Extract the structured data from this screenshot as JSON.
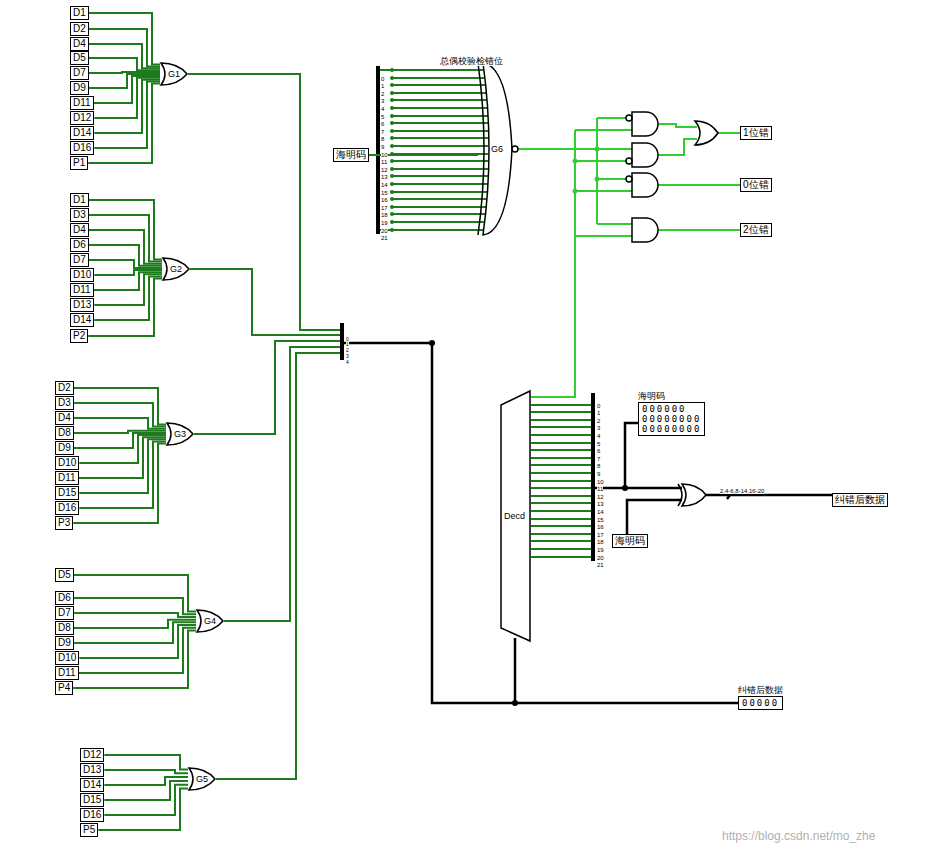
{
  "diagram": {
    "nodes": [
      {
        "text": [
          "D1"
        ]
      },
      {
        "text": [
          "D2"
        ]
      },
      {
        "text": [
          "D4"
        ]
      },
      {
        "text": [
          "D5"
        ]
      },
      {
        "text": [
          "D7"
        ]
      },
      {
        "text": [
          "D9"
        ]
      },
      {
        "text": [
          "D11"
        ]
      },
      {
        "text": [
          "D12"
        ]
      },
      {
        "text": [
          "D14"
        ]
      },
      {
        "text": [
          "D16"
        ]
      },
      {
        "text": [
          "P1"
        ]
      },
      {
        "text": [
          "G1"
        ]
      },
      {
        "text": [
          "D1"
        ]
      },
      {
        "text": [
          "D3"
        ]
      },
      {
        "text": [
          "D4"
        ]
      },
      {
        "text": [
          "D6"
        ]
      },
      {
        "text": [
          "D7"
        ]
      },
      {
        "text": [
          "D10"
        ]
      },
      {
        "text": [
          "D11"
        ]
      },
      {
        "text": [
          "D13"
        ]
      },
      {
        "text": [
          "D14"
        ]
      },
      {
        "text": [
          "P2"
        ]
      },
      {
        "text": [
          "G2"
        ]
      },
      {
        "text": [
          "D2"
        ]
      },
      {
        "text": [
          "D3"
        ]
      },
      {
        "text": [
          "D4"
        ]
      },
      {
        "text": [
          "D8"
        ]
      },
      {
        "text": [
          "D9"
        ]
      },
      {
        "text": [
          "D10"
        ]
      },
      {
        "text": [
          "D11"
        ]
      },
      {
        "text": [
          "D15"
        ]
      },
      {
        "text": [
          "D16"
        ]
      },
      {
        "text": [
          "P3"
        ]
      },
      {
        "text": [
          "G3"
        ]
      },
      {
        "text": [
          "D5"
        ]
      },
      {
        "text": [
          "D6"
        ]
      },
      {
        "text": [
          "D7"
        ]
      },
      {
        "text": [
          "D8"
        ]
      },
      {
        "text": [
          "D9"
        ]
      },
      {
        "text": [
          "D10"
        ]
      },
      {
        "text": [
          "D11"
        ]
      },
      {
        "text": [
          "P4"
        ]
      },
      {
        "text": [
          "G4"
        ]
      },
      {
        "text": [
          "D12"
        ]
      },
      {
        "text": [
          "D13"
        ]
      },
      {
        "text": [
          "D14"
        ]
      },
      {
        "text": [
          "D15"
        ]
      },
      {
        "text": [
          "D16"
        ]
      },
      {
        "text": [
          "P5"
        ]
      },
      {
        "text": [
          "G5"
        ]
      },
      {
        "text": [
          "海明码"
        ]
      },
      {
        "text": [
          "G6"
        ]
      },
      {
        "text": [
          "1位错"
        ]
      },
      {
        "text": [
          "0位错"
        ]
      },
      {
        "text": [
          "2位错"
        ]
      },
      {
        "text": [
          "Decd"
        ]
      },
      {
        "text": [
          "海明码",
          "000000",
          "00000000",
          "00000000"
        ]
      },
      {
        "text": [
          "海明码"
        ]
      },
      {
        "text": [
          "纠错后数据"
        ]
      },
      {
        "text": [
          "纠错后数据",
          "00000"
        ]
      }
    ],
    "edges": [
      {
        "from": 0,
        "to": 11,
        "arrow": "none"
      },
      {
        "from": 1,
        "to": 11,
        "arrow": "none"
      },
      {
        "from": 2,
        "to": 11,
        "arrow": "none"
      },
      {
        "from": 3,
        "to": 11,
        "arrow": "none"
      },
      {
        "from": 4,
        "to": 11,
        "arrow": "none"
      },
      {
        "from": 5,
        "to": 11,
        "arrow": "none"
      },
      {
        "from": 6,
        "to": 11,
        "arrow": "none"
      },
      {
        "from": 7,
        "to": 11,
        "arrow": "none"
      },
      {
        "from": 8,
        "to": 11,
        "arrow": "none"
      },
      {
        "from": 9,
        "to": 11,
        "arrow": "none"
      },
      {
        "from": 10,
        "to": 11,
        "arrow": "none"
      },
      {
        "from": 12,
        "to": 22,
        "arrow": "none"
      },
      {
        "from": 13,
        "to": 22,
        "arrow": "none"
      },
      {
        "from": 14,
        "to": 22,
        "arrow": "none"
      },
      {
        "from": 15,
        "to": 22,
        "arrow": "none"
      },
      {
        "from": 16,
        "to": 22,
        "arrow": "none"
      },
      {
        "from": 17,
        "to": 22,
        "arrow": "none"
      },
      {
        "from": 18,
        "to": 22,
        "arrow": "none"
      },
      {
        "from": 19,
        "to": 22,
        "arrow": "none"
      },
      {
        "from": 20,
        "to": 22,
        "arrow": "none"
      },
      {
        "from": 21,
        "to": 22,
        "arrow": "none"
      },
      {
        "from": 23,
        "to": 33,
        "arrow": "none"
      },
      {
        "from": 24,
        "to": 33,
        "arrow": "none"
      },
      {
        "from": 25,
        "to": 33,
        "arrow": "none"
      },
      {
        "from": 26,
        "to": 33,
        "arrow": "none"
      },
      {
        "from": 27,
        "to": 33,
        "arrow": "none"
      },
      {
        "from": 28,
        "to": 33,
        "arrow": "none"
      },
      {
        "from": 29,
        "to": 33,
        "arrow": "none"
      },
      {
        "from": 30,
        "to": 33,
        "arrow": "none"
      },
      {
        "from": 31,
        "to": 33,
        "arrow": "none"
      },
      {
        "from": 32,
        "to": 33,
        "arrow": "none"
      },
      {
        "from": 34,
        "to": 42,
        "arrow": "none"
      },
      {
        "from": 35,
        "to": 42,
        "arrow": "none"
      },
      {
        "from": 36,
        "to": 42,
        "arrow": "none"
      },
      {
        "from": 37,
        "to": 42,
        "arrow": "none"
      },
      {
        "from": 38,
        "to": 42,
        "arrow": "none"
      },
      {
        "from": 39,
        "to": 42,
        "arrow": "none"
      },
      {
        "from": 40,
        "to": 42,
        "arrow": "none"
      },
      {
        "from": 41,
        "to": 42,
        "arrow": "none"
      },
      {
        "from": 43,
        "to": 49,
        "arrow": "none"
      },
      {
        "from": 44,
        "to": 49,
        "arrow": "none"
      },
      {
        "from": 45,
        "to": 49,
        "arrow": "none"
      },
      {
        "from": 46,
        "to": 49,
        "arrow": "none"
      },
      {
        "from": 47,
        "to": 49,
        "arrow": "none"
      },
      {
        "from": 48,
        "to": 49,
        "arrow": "none"
      },
      {
        "from": 50,
        "to": 51,
        "arrow": "none"
      }
    ],
    "labels": [
      "总偶校验检错位",
      "0",
      "1",
      "2",
      "3",
      "4",
      "5",
      "6",
      "7",
      "8",
      "9",
      "10",
      "11",
      "12",
      "13",
      "14",
      "15",
      "16",
      "17",
      "18",
      "19",
      "20",
      "21",
      "0",
      "1",
      "2",
      "3",
      "4",
      "0",
      "1",
      "2",
      "3",
      "4",
      "5",
      "6",
      "7",
      "8",
      "9",
      "10",
      "11",
      "12",
      "13",
      "14",
      "15",
      "16",
      "17",
      "18",
      "19",
      "20",
      "21",
      "2,4-6,8-14,16-20",
      "https://blog.csdn.net/mo_zhe"
    ]
  }
}
